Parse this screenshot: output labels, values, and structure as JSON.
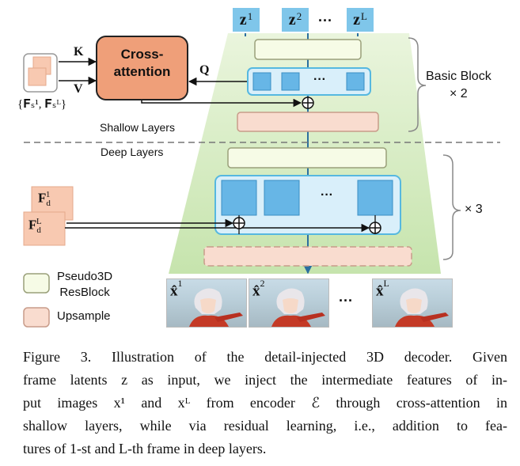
{
  "figure": {
    "z_labels": [
      {
        "base": "z",
        "sup": "1"
      },
      {
        "base": "z",
        "sup": "2"
      },
      {
        "base": "z",
        "sup": "L"
      }
    ],
    "z_ellipsis": "···",
    "cross_attention": {
      "line1": "Cross-",
      "line2": "attention"
    },
    "k_label": "K",
    "v_label": "V",
    "q_label": "Q",
    "fs_set": "{F",
    "fs_text": "{𝐅ₛ¹, 𝐅ₛᴸ}",
    "basic_block": {
      "line1": "Basic Block",
      "line2": "× 2"
    },
    "times3": "× 3",
    "shallow_label": "Shallow Layers",
    "deep_label": "Deep Layers",
    "fd1": {
      "base": "F",
      "sub": "d",
      "sup": "1"
    },
    "fdL": {
      "base": "F",
      "sub": "d",
      "sup": "L"
    },
    "block_ellipsis": "···",
    "frame_ellipsis": "···",
    "frames": [
      {
        "base": "x̂",
        "sup": "1"
      },
      {
        "base": "x̂",
        "sup": "2"
      },
      {
        "base": "x̂",
        "sup": "L"
      }
    ],
    "legend": [
      {
        "label_line1": "Pseudo3D",
        "label_line2": "ResBlock",
        "color": "#f6fbe6",
        "border": "#9aa07a"
      },
      {
        "label_line1": "Upsample",
        "label_line2": "",
        "color": "#f9dccf",
        "border": "#c89c8a"
      }
    ],
    "colors": {
      "trapezoid": "#cfe8b8",
      "cross_attention": "#ef9f79",
      "blue_block": "#67b6e6",
      "blue_border": "#56b8e0",
      "pseudo3d": "#f6fbe6",
      "upsample": "#f9dccf",
      "feature": "#f8c9b1"
    }
  },
  "caption": {
    "lines": [
      "Figure 3.  Illustration of the detail-injected 3D decoder.  Given",
      "frame latents z as input, we inject the intermediate features of in-",
      "put images x¹ and xᴸ from encoder ℰ through cross-attention in",
      "shallow layers, while via residual learning, i.e., addition to fea-",
      "tures of 1-st and L-th frame in deep layers."
    ]
  }
}
